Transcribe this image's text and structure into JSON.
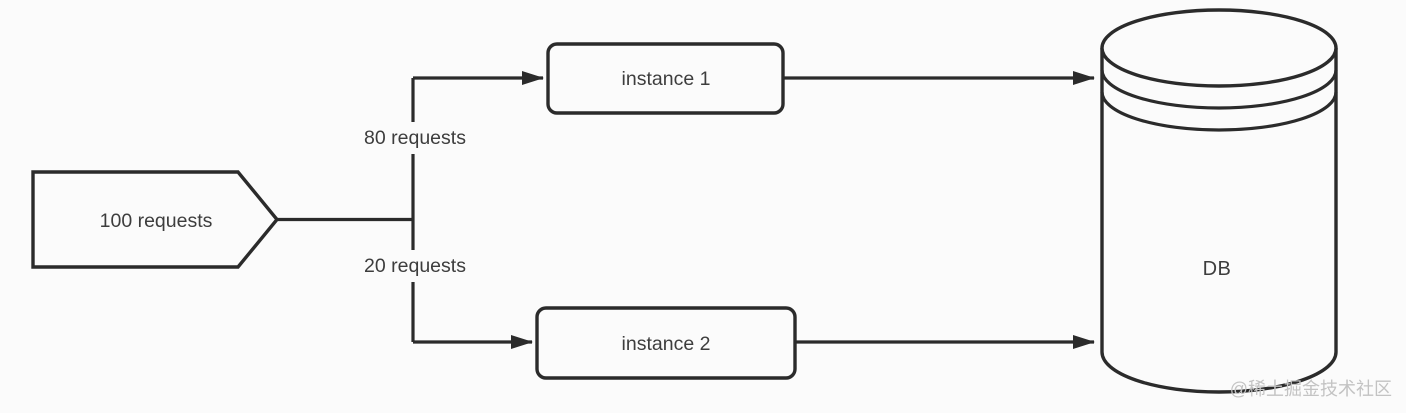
{
  "diagram": {
    "type": "load-balancing-flow",
    "nodes": {
      "source": {
        "label": "100 requests",
        "shape": "arrow-pentagon"
      },
      "instance1": {
        "label": "instance 1",
        "shape": "rounded-rect"
      },
      "instance2": {
        "label": "instance 2",
        "shape": "rounded-rect"
      },
      "database": {
        "label": "DB",
        "shape": "cylinder"
      }
    },
    "edges": {
      "split_top": {
        "from": "source",
        "to": "instance1",
        "label": "80 requests"
      },
      "split_bottom": {
        "from": "source",
        "to": "instance2",
        "label": "20 requests"
      },
      "top_to_db": {
        "from": "instance1",
        "to": "database",
        "label": ""
      },
      "bottom_to_db": {
        "from": "instance2",
        "to": "database",
        "label": ""
      }
    },
    "colors": {
      "background": "#fbfbfb",
      "line": "#2b2b2b",
      "text": "#3d3d3d",
      "watermark": "#c3c3c3"
    }
  },
  "watermark": {
    "text": "@稀土掘金技术社区"
  }
}
